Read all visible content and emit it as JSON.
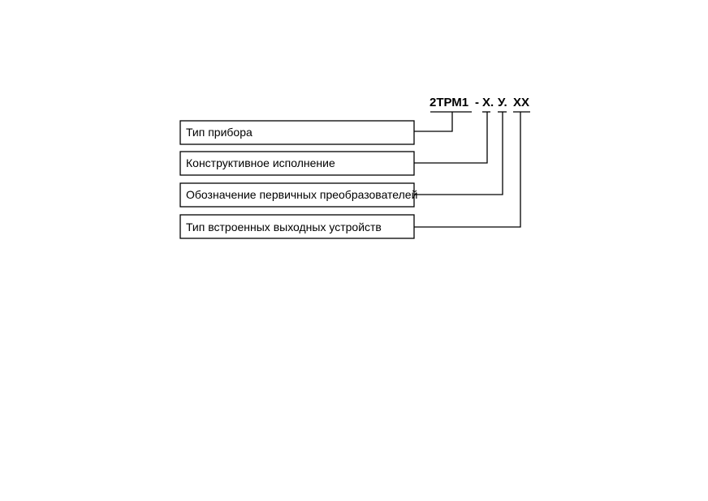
{
  "code": {
    "base": "2ТРМ1",
    "separator": "-",
    "parts": [
      "Х.",
      "У.",
      "ХХ"
    ]
  },
  "fields": [
    {
      "label": "Тип прибора"
    },
    {
      "label": "Конструктивное исполнение"
    },
    {
      "label": "Обозначение первичных преобразователей"
    },
    {
      "label": "Тип встроенных выходных устройств"
    }
  ]
}
